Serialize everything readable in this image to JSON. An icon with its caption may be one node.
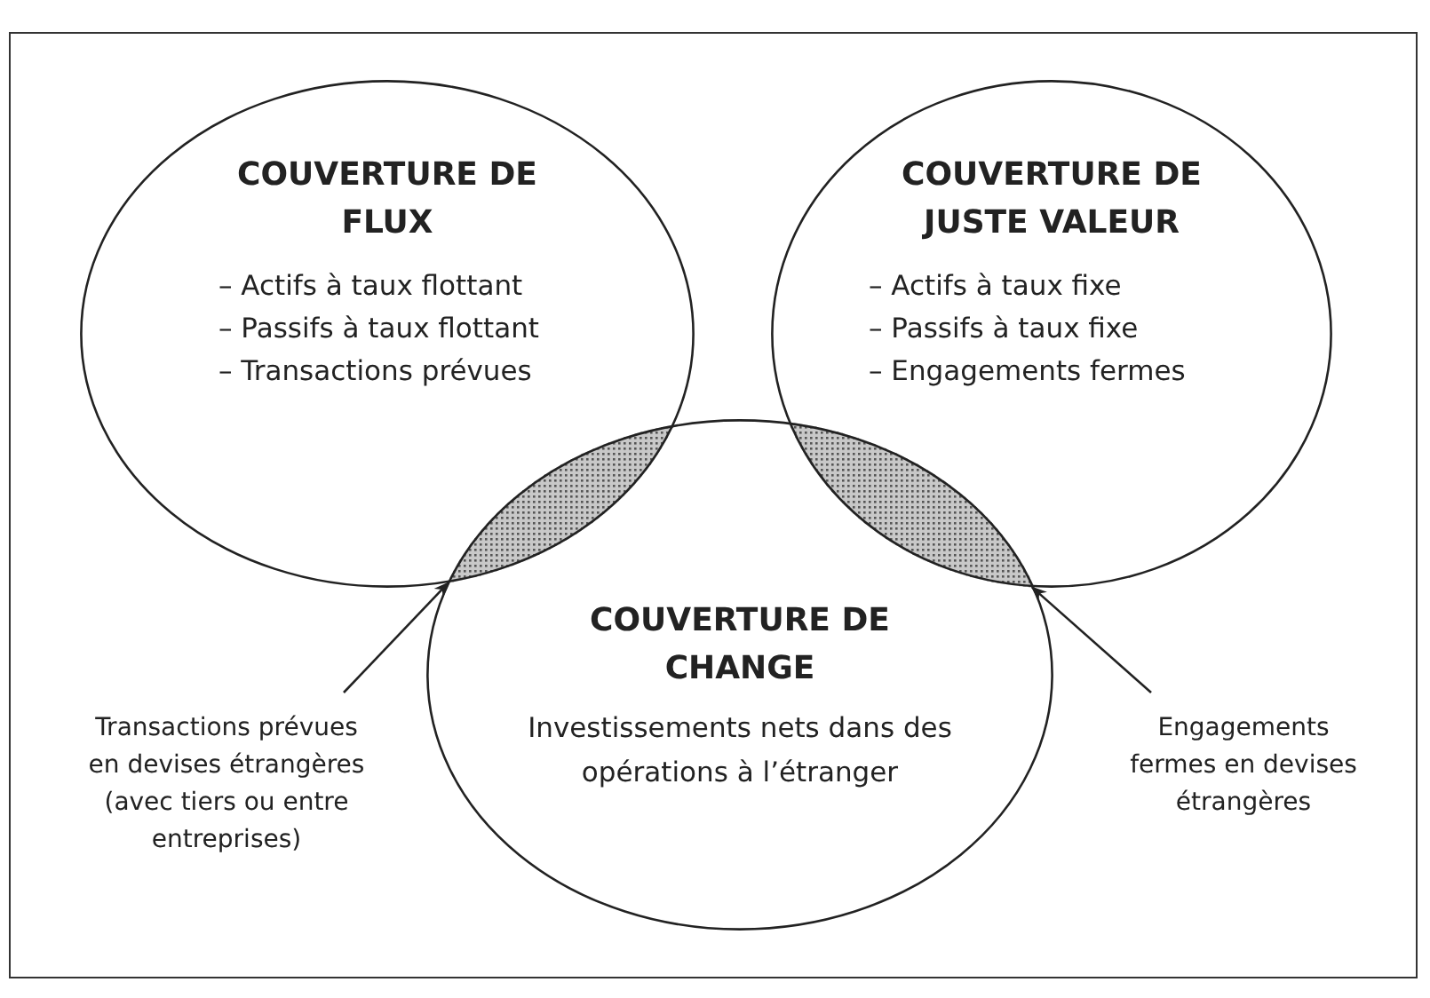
{
  "diagram": {
    "nodes": [
      {
        "text": [
          "COUVERTURE DE FLUX",
          "– Actifs à taux flottant",
          "– Passifs à taux flottant",
          "– Transactions prévues"
        ]
      },
      {
        "text": [
          "COUVERTURE DE JUSTE VALEUR",
          "– Actifs à taux fixe",
          "– Passifs à taux fixe",
          "– Engagements fermes"
        ]
      },
      {
        "text": [
          "COUVERTURE DE CHANGE",
          "Investissements nets dans des opérations à l’étranger"
        ]
      },
      {
        "text": [],
        "shape": "lens"
      },
      {
        "text": [],
        "shape": "lens"
      },
      {
        "text": [
          "Transactions prévues en devises étrangères (avec tiers ou entre entreprises)"
        ]
      },
      {
        "text": [
          "Engagements fermes en devises étrangères"
        ]
      }
    ],
    "edges": [
      {
        "from": 5,
        "to": 3,
        "arrow": "to"
      },
      {
        "from": 6,
        "to": 4,
        "arrow": "to"
      }
    ]
  }
}
